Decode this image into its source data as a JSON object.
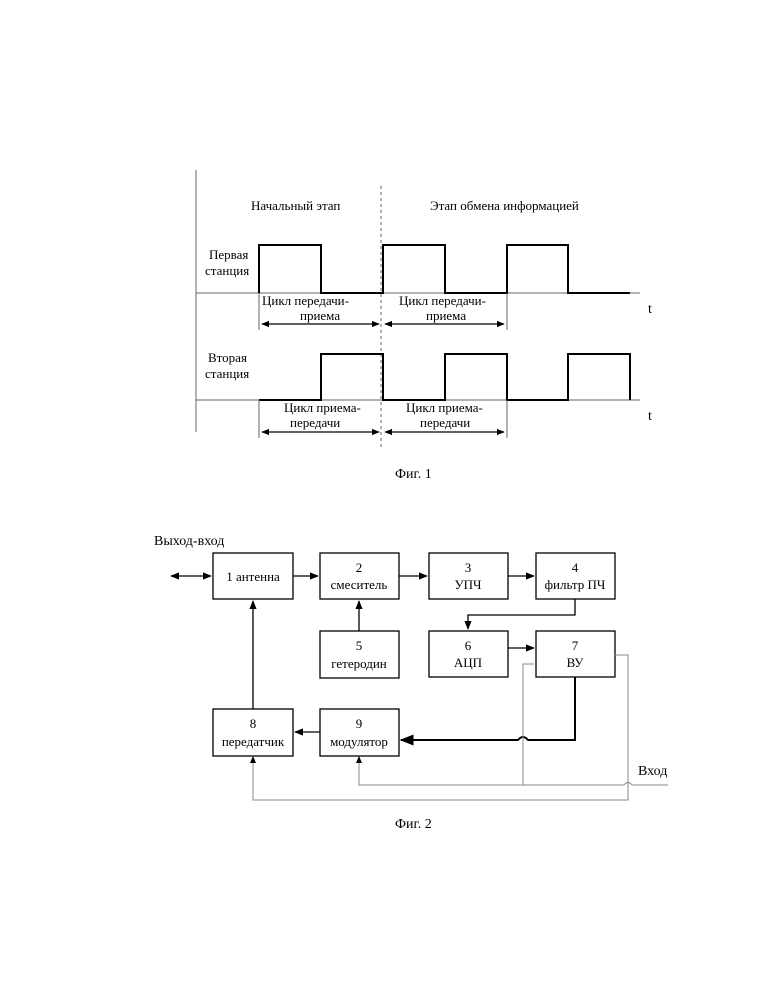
{
  "fig1": {
    "caption": "Фиг. 1",
    "stage_initial": "Начальный этап",
    "stage_exchange": "Этап обмена информацией",
    "station1": [
      "Первая",
      "станция"
    ],
    "station2": [
      "Вторая",
      "станция"
    ],
    "time_label": "t",
    "cycle1a": [
      "Цикл передачи-",
      "приема"
    ],
    "cycle1b": [
      "Цикл передачи-",
      "приема"
    ],
    "cycle2a": [
      "Цикл приема-",
      "передачи"
    ],
    "cycle2b": [
      "Цикл приема-",
      "передачи"
    ]
  },
  "fig2": {
    "caption": "Фиг. 2",
    "io_label": "Выход-вход",
    "input_label": "Вход",
    "blocks": {
      "b1": [
        "1 антенна"
      ],
      "b2": [
        "2",
        "смеситель"
      ],
      "b3": [
        "3",
        "УПЧ"
      ],
      "b4": [
        "4",
        "фильтр ПЧ"
      ],
      "b5": [
        "5",
        "гетеродин"
      ],
      "b6": [
        "6",
        "АЦП"
      ],
      "b7": [
        "7",
        "ВУ"
      ],
      "b8": [
        "8",
        "передатчик"
      ],
      "b9": [
        "9",
        "модулятор"
      ]
    }
  }
}
